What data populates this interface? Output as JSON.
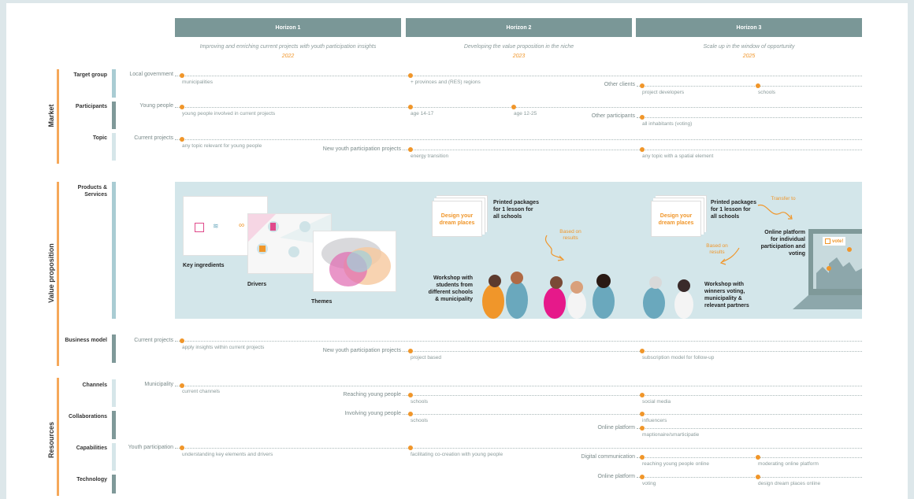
{
  "horizons": [
    {
      "title": "Horizon 1",
      "desc": "Improving and enriching current projects with youth participation insights",
      "year": "2022"
    },
    {
      "title": "Horizon 2",
      "desc": "Developing the value proposition in the niche",
      "year": "2023"
    },
    {
      "title": "Horizon 3",
      "desc": "Scale up in the window of opportunity",
      "year": "2025"
    }
  ],
  "sections": {
    "market": "Market",
    "value": "Value proposition",
    "resources": "Resources"
  },
  "rows": {
    "target": "Target group",
    "participants": "Participants",
    "topic": "Topic",
    "products": "Products & Services",
    "business": "Business model",
    "channels": "Channels",
    "collaborations": "Collaborations",
    "capabilities": "Capabilities",
    "technology": "Technology"
  },
  "subs": {
    "local_government": "Local government",
    "young_people": "Young people",
    "current_projects": "Current projects",
    "new_youth": "New youth participation projects",
    "other_clients": "Other clients",
    "other_participants": "Other participants",
    "bm_current": "Current projects",
    "bm_new": "New youth participation projects",
    "municipality": "Municipality",
    "reaching": "Reaching young people",
    "involving": "Involving young people",
    "online_platform": "Online platform",
    "youth_participation": "Youth participation",
    "digital_communication": "Digital communication",
    "online_platform2": "Online platform"
  },
  "captions": {
    "municipalities": "municipalities",
    "provinces": "+ provinces and (RES) regions",
    "project_developers": "project developers",
    "schools_tg": "schools",
    "young_people_current": "young people involved in current projects",
    "age1417": "age 14-17",
    "age1225": "age 12-25",
    "all_inhabitants": "all inhabitants (voting)",
    "any_topic": "any topic relevant for young people",
    "energy": "energy transition",
    "spatial": "any topic with a spatial element",
    "apply_insights": "apply insights within current projects",
    "project_based": "project based",
    "subscription": "subscription model for follow-up",
    "current_channels": "current channels",
    "schools_ch": "schools",
    "social_media": "social media",
    "schools_col": "schools",
    "influencers": "influencers",
    "maptionaire": "maptionaire/smarticipatie",
    "understanding": "understanding key elements and drivers",
    "facilitating": "facilitating co-creation with young people",
    "reaching_online": "reaching young people online",
    "moderating": "moderating online platform",
    "voting": "voting",
    "design_online": "design dream places online"
  },
  "vp": {
    "key_ingredients": "Key ingredients",
    "drivers": "Drivers",
    "themes": "Themes",
    "pkg1": "Design your dream places",
    "printed1": "Printed packages for 1 lesson for all schools",
    "based1": "Based on results",
    "workshop1": "Workshop with students from different schools & municipality",
    "pkg2": "Design your dream places",
    "printed2": "Printed packages for 1 lesson for all schools",
    "transfer": "Transfer to",
    "based2": "Based on results",
    "online": "Online platform for individual participation and voting",
    "workshop2": "Workshop with winners voting, municipality & relevant partners",
    "vote": "vote!"
  },
  "colors": {
    "accent": "#f0962a",
    "header": "#7a9797",
    "market_bar": "#f5a85a",
    "teal_bar": "#a9ccd3",
    "grey_bar": "#7f9999",
    "vp_bg": "#d3e6ea"
  },
  "icons": [
    "heart-icon",
    "lock-icon"
  ]
}
